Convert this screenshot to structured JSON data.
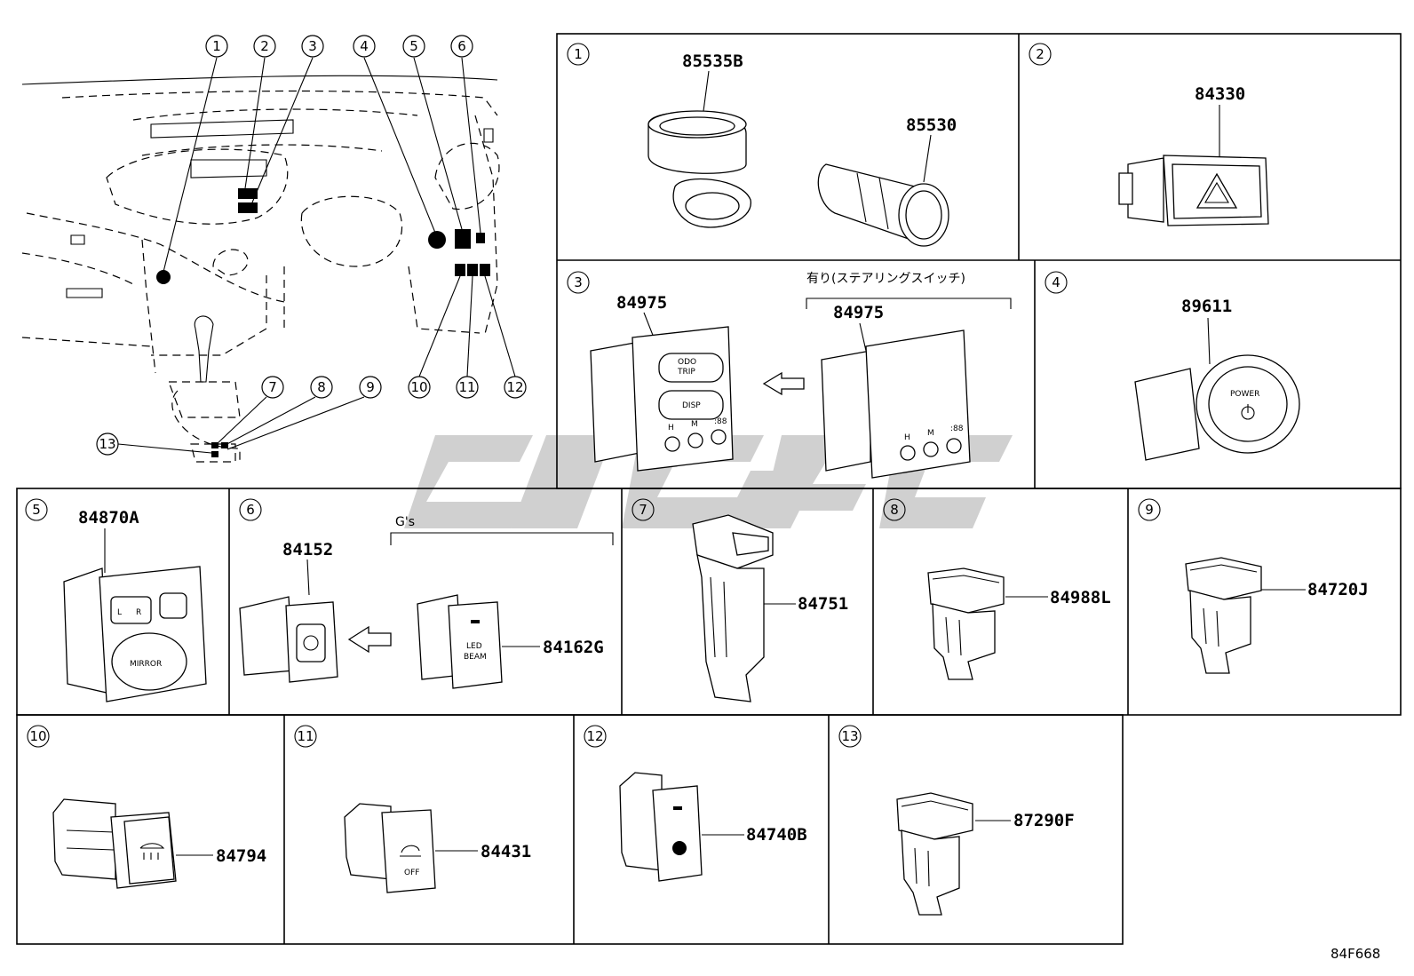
{
  "overview": {
    "callouts": [
      "1",
      "2",
      "3",
      "4",
      "5",
      "6",
      "7",
      "8",
      "9",
      "10",
      "11",
      "12",
      "13"
    ]
  },
  "cells": [
    {
      "num": "1",
      "parts": [
        "85535B",
        "85530"
      ]
    },
    {
      "num": "2",
      "parts": [
        "84330"
      ]
    },
    {
      "num": "3",
      "parts": [
        "84975",
        "84975"
      ],
      "note": "有り(ステアリングスイッチ)",
      "switch": {
        "odo": "ODO",
        "trip": "TRIP",
        "disp": "DISP",
        "h": "H",
        "m": "M",
        "clock": ":88"
      }
    },
    {
      "num": "4",
      "parts": [
        "89611"
      ],
      "button_text": "POWER"
    },
    {
      "num": "5",
      "parts": [
        "84870A"
      ],
      "switch": {
        "l": "L",
        "r": "R",
        "mirror": "MIRROR"
      }
    },
    {
      "num": "6",
      "parts": [
        "84152",
        "84162G"
      ],
      "note": "G's",
      "switch": {
        "led": "LED",
        "beam": "BEAM"
      }
    },
    {
      "num": "7",
      "parts": [
        "84751"
      ]
    },
    {
      "num": "8",
      "parts": [
        "84988L"
      ]
    },
    {
      "num": "9",
      "parts": [
        "84720J"
      ]
    },
    {
      "num": "10",
      "parts": [
        "84794"
      ]
    },
    {
      "num": "11",
      "parts": [
        "84431"
      ],
      "switch": {
        "off": "OFF"
      }
    },
    {
      "num": "12",
      "parts": [
        "84740B"
      ]
    },
    {
      "num": "13",
      "parts": [
        "87290F"
      ]
    }
  ],
  "diagram_code": "84F668",
  "colors": {
    "line": "#000000",
    "watermark": "#c8c8c8",
    "background": "#ffffff"
  }
}
